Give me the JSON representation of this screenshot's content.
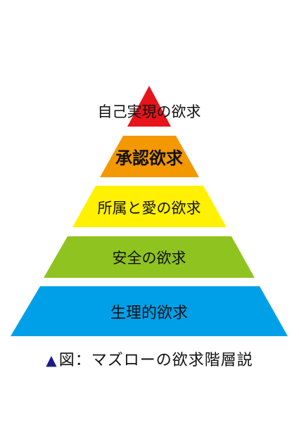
{
  "tiers": [
    {
      "label": "自己実現の欲求",
      "color": "#e8141b",
      "bold": false
    },
    {
      "label": "承認欲求",
      "color": "#f39800",
      "bold": true
    },
    {
      "label": "所属と愛の欲求",
      "color": "#fff100",
      "bold": false
    },
    {
      "label": "安全の欲求",
      "color": "#8fc31f",
      "bold": false
    },
    {
      "label": "生理的欲求",
      "color": "#00a0e9",
      "bold": false
    }
  ],
  "caption": {
    "marker": "▲",
    "marker_color": "#1b1a8a",
    "text": "図：マズローの欲求階層説"
  }
}
